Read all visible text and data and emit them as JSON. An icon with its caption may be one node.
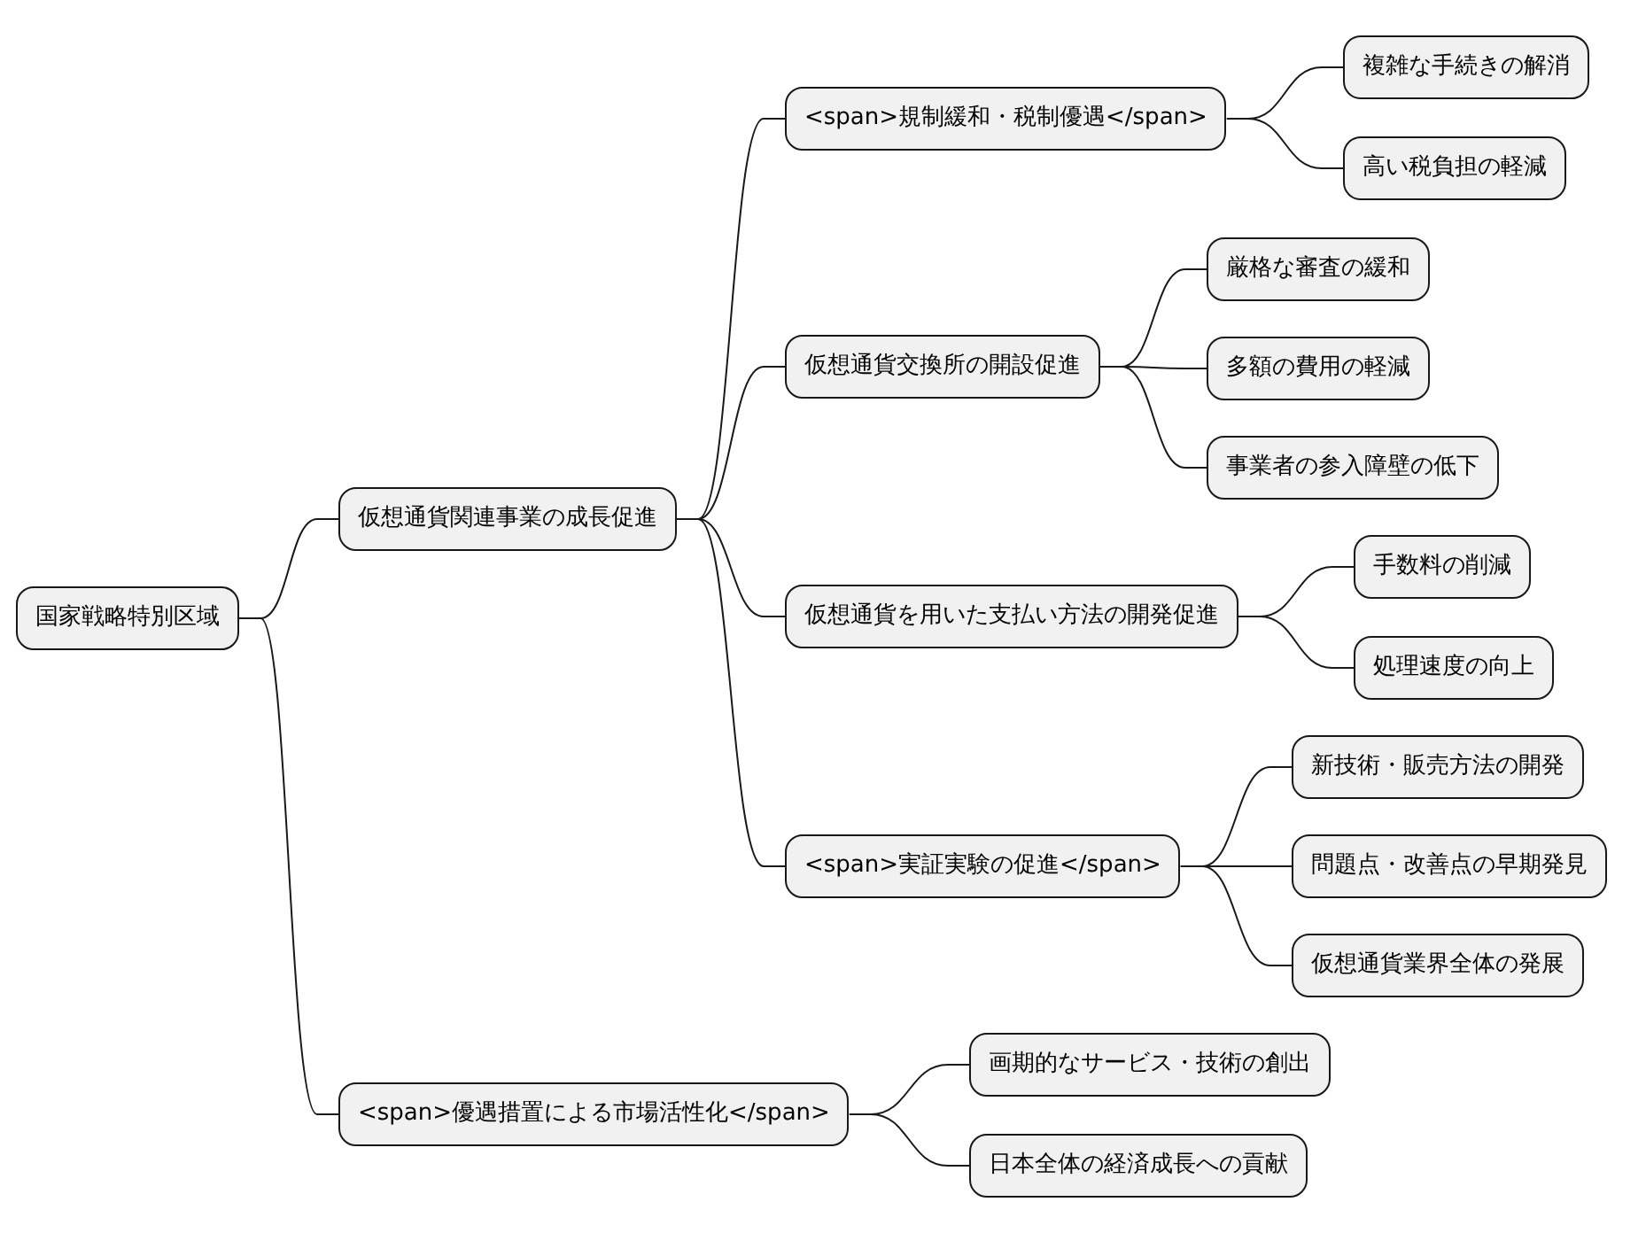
{
  "diagram": {
    "nodes": [
      {
        "text": [
          "国家戦略特別区域"
        ]
      },
      {
        "text": [
          "仮想通貨関連事業の成長促進"
        ]
      },
      {
        "text": [
          "<span>規制緩和・税制優遇</span>"
        ]
      },
      {
        "text": [
          "複雑な手続きの解消"
        ]
      },
      {
        "text": [
          "高い税負担の軽減"
        ]
      },
      {
        "text": [
          "仮想通貨交換所の開設促進"
        ]
      },
      {
        "text": [
          "厳格な審査の緩和"
        ]
      },
      {
        "text": [
          "多額の費用の軽減"
        ]
      },
      {
        "text": [
          "事業者の参入障壁の低下"
        ]
      },
      {
        "text": [
          "仮想通貨を用いた支払い方法の開発促進"
        ]
      },
      {
        "text": [
          "手数料の削減"
        ]
      },
      {
        "text": [
          "処理速度の向上"
        ]
      },
      {
        "text": [
          "<span>実証実験の促進</span>"
        ]
      },
      {
        "text": [
          "新技術・販売方法の開発"
        ]
      },
      {
        "text": [
          "問題点・改善点の早期発見"
        ]
      },
      {
        "text": [
          "仮想通貨業界全体の発展"
        ]
      },
      {
        "text": [
          "<span>優遇措置による市場活性化</span>"
        ]
      },
      {
        "text": [
          "画期的なサービス・技術の創出"
        ]
      },
      {
        "text": [
          "日本全体の経済成長への貢献"
        ]
      }
    ],
    "edges": [
      {
        "from": 0,
        "to": 1,
        "arrow": "none"
      },
      {
        "from": 1,
        "to": 2,
        "arrow": "none"
      },
      {
        "from": 2,
        "to": 3,
        "arrow": "none"
      },
      {
        "from": 2,
        "to": 4,
        "arrow": "none"
      },
      {
        "from": 1,
        "to": 5,
        "arrow": "none"
      },
      {
        "from": 5,
        "to": 6,
        "arrow": "none"
      },
      {
        "from": 5,
        "to": 7,
        "arrow": "none"
      },
      {
        "from": 5,
        "to": 8,
        "arrow": "none"
      },
      {
        "from": 1,
        "to": 9,
        "arrow": "none"
      },
      {
        "from": 9,
        "to": 10,
        "arrow": "none"
      },
      {
        "from": 9,
        "to": 11,
        "arrow": "none"
      },
      {
        "from": 1,
        "to": 12,
        "arrow": "none"
      },
      {
        "from": 12,
        "to": 13,
        "arrow": "none"
      },
      {
        "from": 12,
        "to": 14,
        "arrow": "none"
      },
      {
        "from": 12,
        "to": 15,
        "arrow": "none"
      },
      {
        "from": 0,
        "to": 16,
        "arrow": "none"
      },
      {
        "from": 16,
        "to": 17,
        "arrow": "none"
      },
      {
        "from": 16,
        "to": 18,
        "arrow": "none"
      }
    ]
  }
}
